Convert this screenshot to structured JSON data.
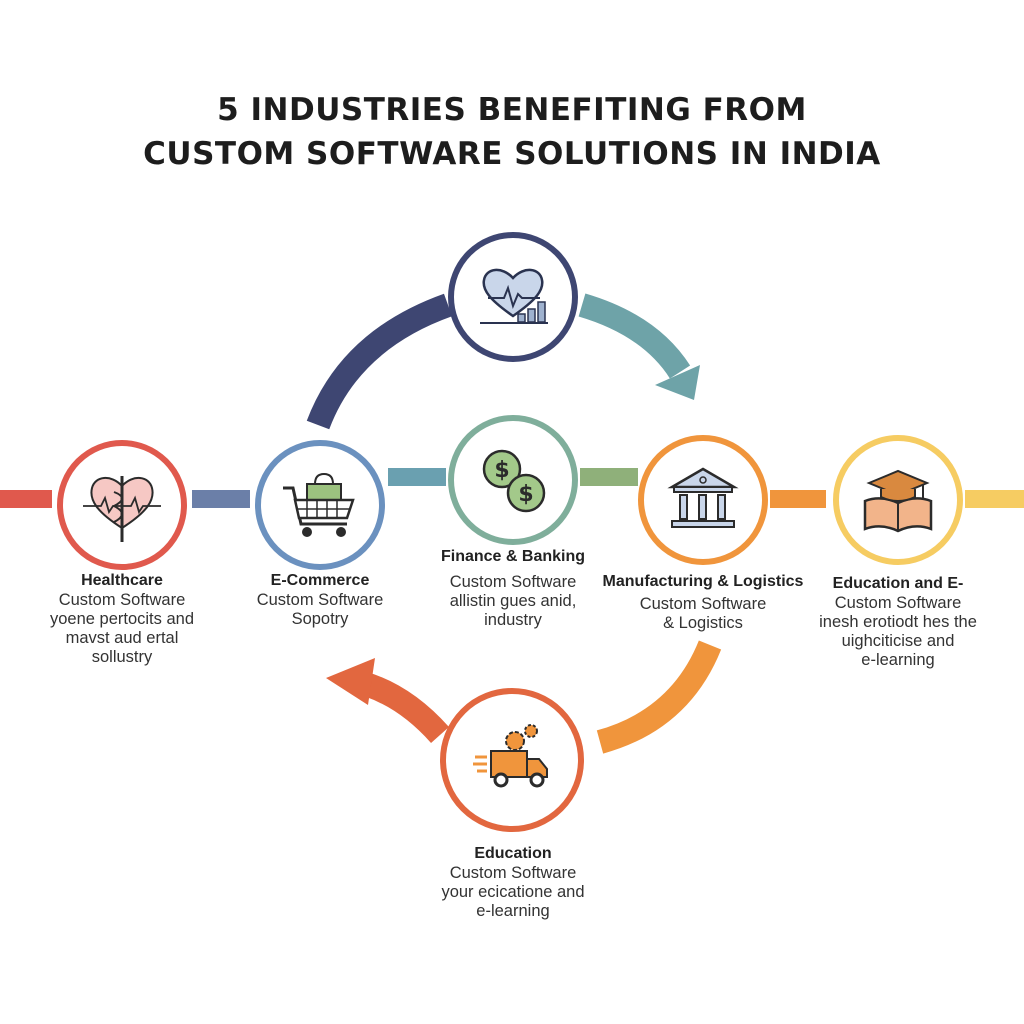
{
  "title": {
    "line1": "5 INDUSTRIES BENEFITING FROM",
    "line2": "CUSTOM SOFTWARE SOLUTIONS IN INDIA"
  },
  "colors": {
    "navy": "#3e4672",
    "teal": "#6ea3a8",
    "red": "#e0594d",
    "blue": "#6b91bf",
    "green": "#86ad88",
    "orange": "#f0953c",
    "yellow": "#f6cc62",
    "truck": "#e2673f"
  },
  "nodes": [
    {
      "id": "healthcare",
      "icon": "heart-caduceus-icon",
      "heading": "Healthcare",
      "lines": [
        "Custom Software",
        "yoene pertocits and",
        "mavst aud ertal",
        "sollustry"
      ]
    },
    {
      "id": "ecommerce",
      "icon": "shopping-cart-icon",
      "heading": "E-Commerce",
      "lines": [
        "Custom Software",
        "Sopotry"
      ]
    },
    {
      "id": "finance",
      "icon": "coins-icon",
      "heading": "Finance & Banking",
      "lines": [
        "Custom Software",
        "allistin gues anid,",
        "industry"
      ]
    },
    {
      "id": "manufacturing",
      "icon": "bank-building-icon",
      "heading": "Manufacturing & Logistics",
      "lines": [
        "Custom Software",
        "& Logistics"
      ]
    },
    {
      "id": "education-e",
      "icon": "graduation-book-icon",
      "heading": "Education and E-",
      "lines": [
        "Custom Software",
        "inesh erotiodt hes the",
        "uighciticise and",
        "e-learning"
      ]
    },
    {
      "id": "education",
      "icon": "truck-gears-icon",
      "heading": "Education",
      "lines": [
        "Custom Software",
        "your ecicatione and",
        "e-learning"
      ]
    },
    {
      "id": "top",
      "icon": "heart-chart-icon"
    }
  ]
}
